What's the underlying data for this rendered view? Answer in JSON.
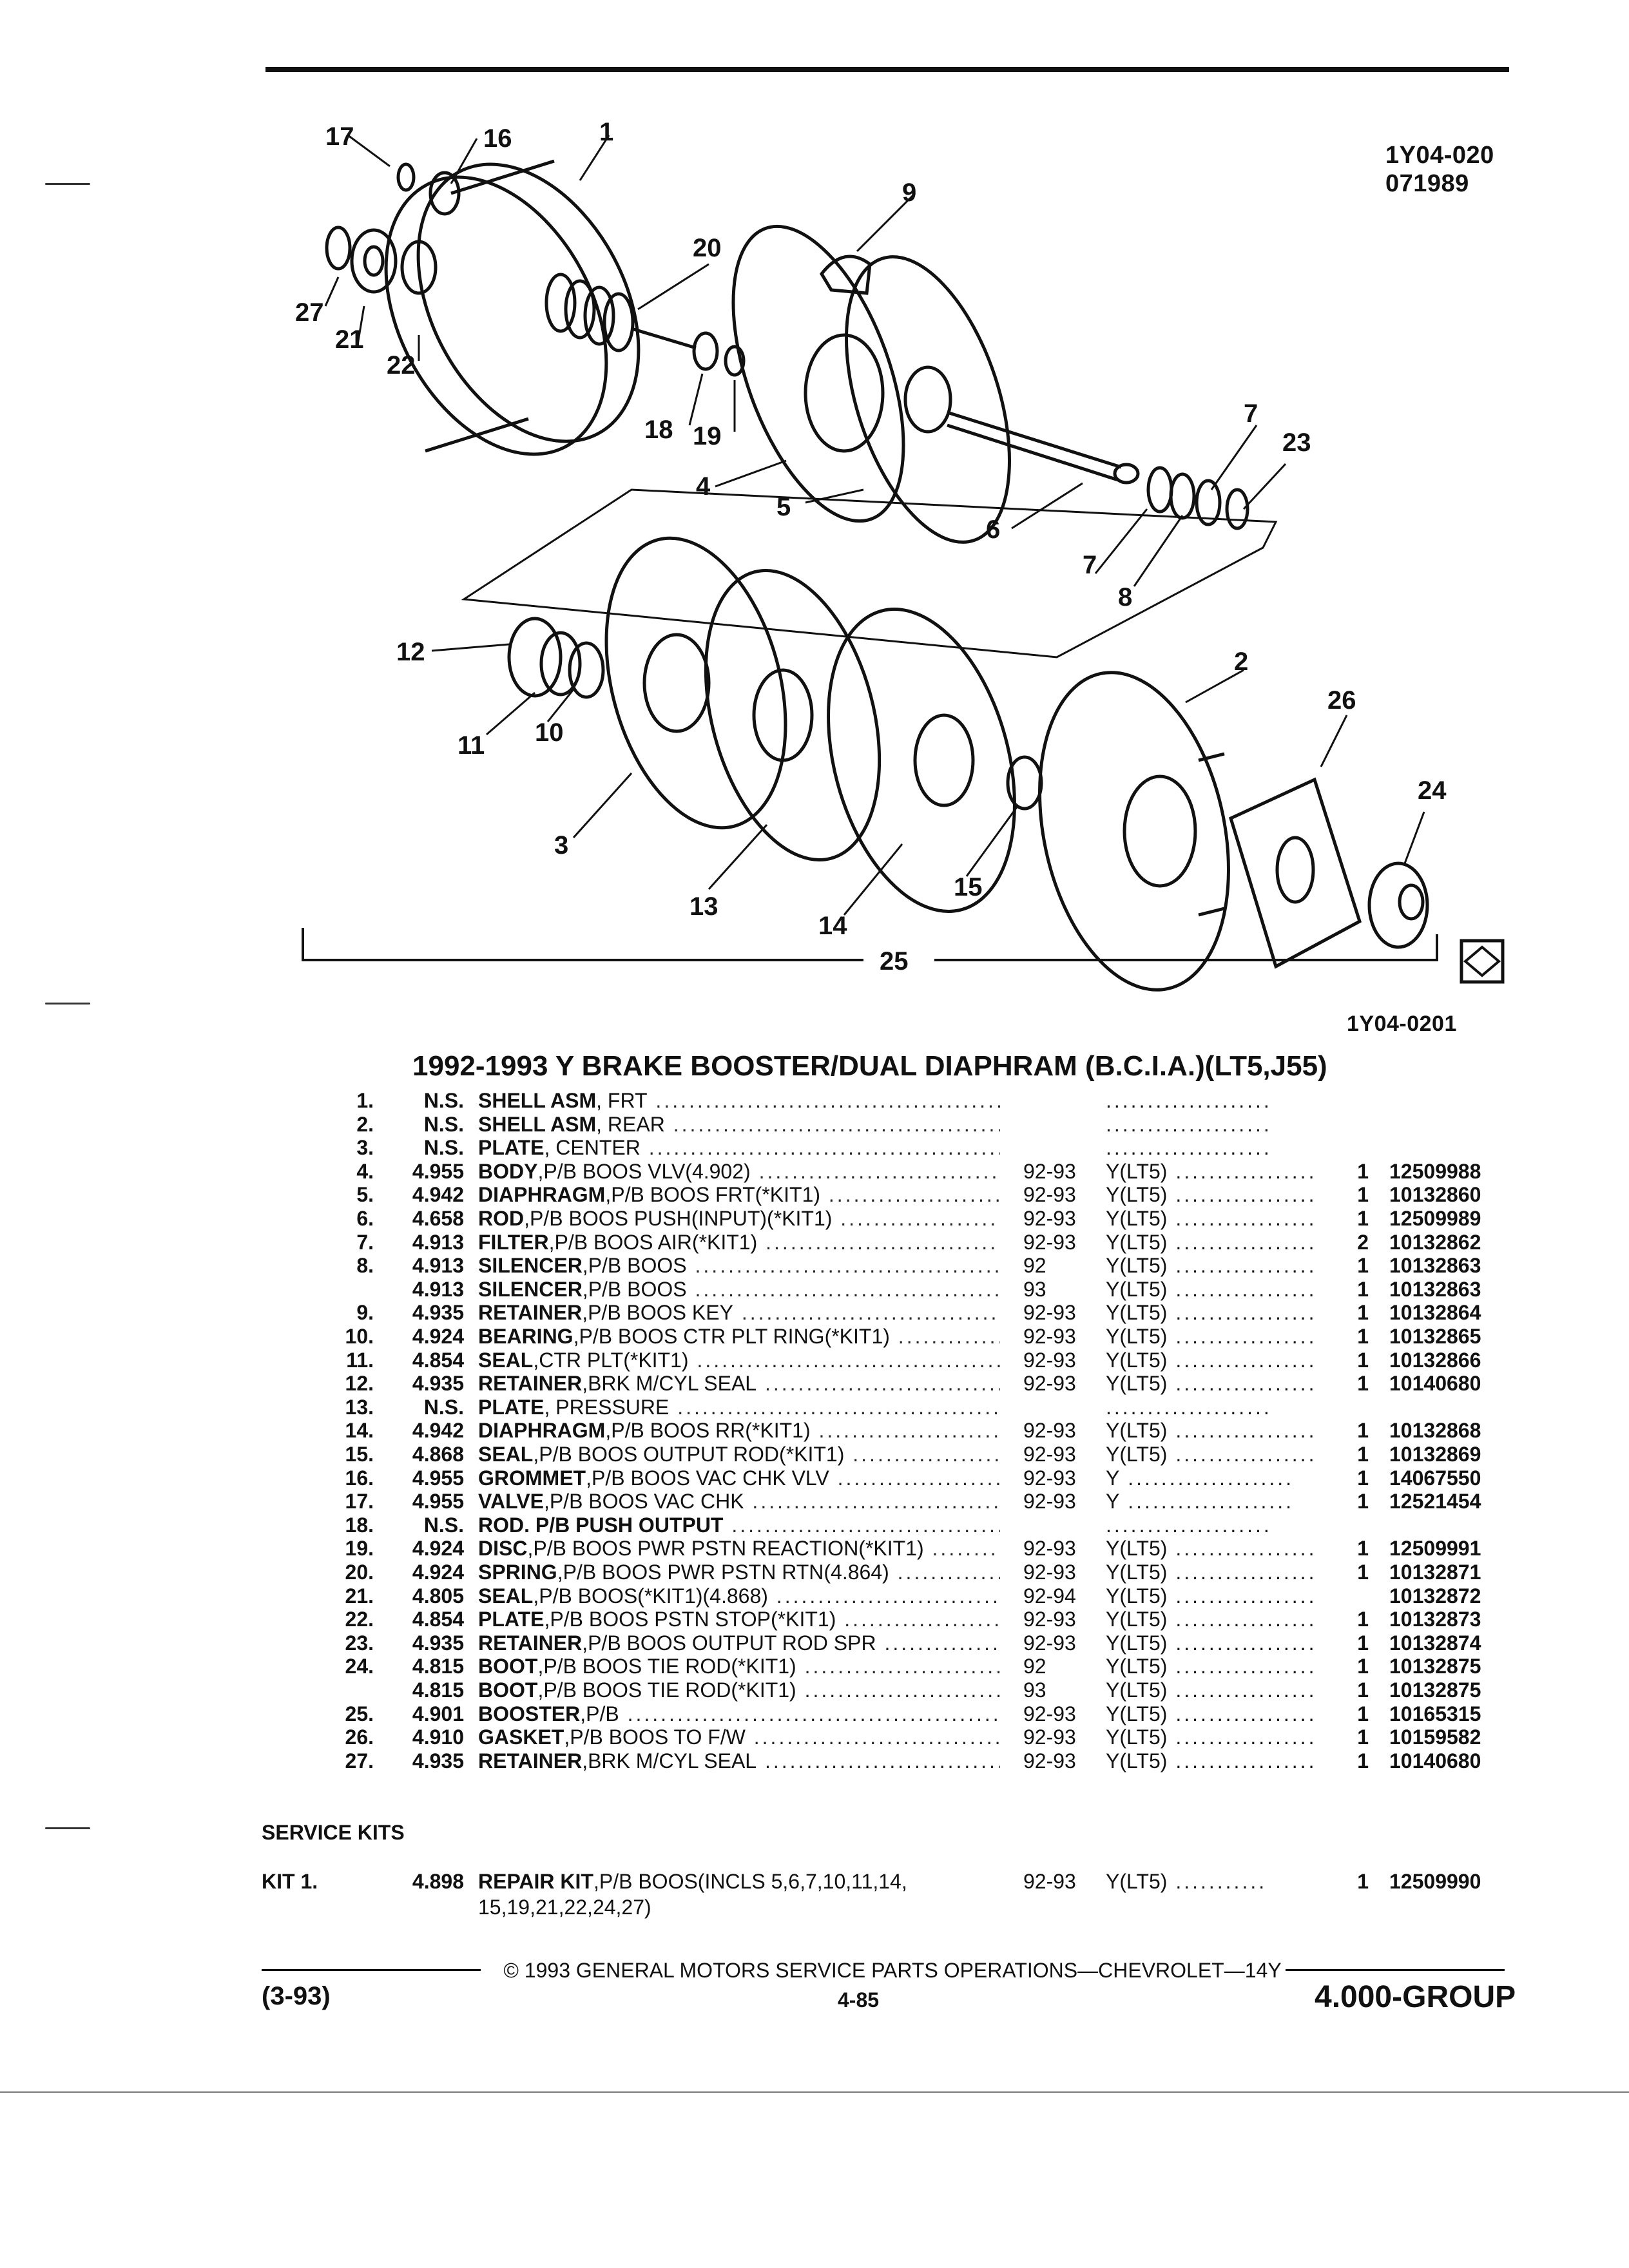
{
  "diagram": {
    "ref_id_1": "1Y04-020",
    "ref_id_2": "071989",
    "bottom_ref": "1Y04-0201",
    "callouts": [
      "17",
      "16",
      "1",
      "9",
      "20",
      "27",
      "21",
      "22",
      "18",
      "19",
      "4",
      "5",
      "6",
      "7",
      "23",
      "7",
      "8",
      "12",
      "11",
      "10",
      "3",
      "13",
      "14",
      "15",
      "2",
      "26",
      "24",
      "25"
    ]
  },
  "title": "1992-1993 Y BRAKE BOOSTER/DUAL DIAPHRAM (B.C.I.A.)(LT5,J55)",
  "parts": [
    {
      "num": "1.",
      "grp": "N.S.",
      "name": "SHELL ASM",
      "spec": ", FRT",
      "yr": "",
      "ser": "",
      "qty": "",
      "pn": ""
    },
    {
      "num": "2.",
      "grp": "N.S.",
      "name": "SHELL ASM",
      "spec": ", REAR",
      "yr": "",
      "ser": "",
      "qty": "",
      "pn": ""
    },
    {
      "num": "3.",
      "grp": "N.S.",
      "name": "PLATE",
      "spec": ", CENTER",
      "yr": "",
      "ser": "",
      "qty": "",
      "pn": ""
    },
    {
      "num": "4.",
      "grp": "4.955",
      "name": "BODY",
      "spec": ",P/B BOOS VLV(4.902)",
      "yr": "92-93",
      "ser": "Y(LT5)",
      "qty": "1",
      "pn": "12509988"
    },
    {
      "num": "5.",
      "grp": "4.942",
      "name": "DIAPHRAGM",
      "spec": ",P/B BOOS FRT(*KIT1)",
      "yr": "92-93",
      "ser": "Y(LT5)",
      "qty": "1",
      "pn": "10132860"
    },
    {
      "num": "6.",
      "grp": "4.658",
      "name": "ROD",
      "spec": ",P/B BOOS PUSH(INPUT)(*KIT1)",
      "yr": "92-93",
      "ser": "Y(LT5)",
      "qty": "1",
      "pn": "12509989"
    },
    {
      "num": "7.",
      "grp": "4.913",
      "name": "FILTER",
      "spec": ",P/B BOOS AIR(*KIT1)",
      "yr": "92-93",
      "ser": "Y(LT5)",
      "qty": "2",
      "pn": "10132862"
    },
    {
      "num": "8.",
      "grp": "4.913",
      "name": "SILENCER",
      "spec": ",P/B BOOS",
      "yr": "92",
      "ser": "Y(LT5)",
      "qty": "1",
      "pn": "10132863"
    },
    {
      "num": "",
      "grp": "4.913",
      "name": "SILENCER",
      "spec": ",P/B BOOS",
      "yr": "93",
      "ser": "Y(LT5)",
      "qty": "1",
      "pn": "10132863"
    },
    {
      "num": "9.",
      "grp": "4.935",
      "name": "RETAINER",
      "spec": ",P/B BOOS KEY",
      "yr": "92-93",
      "ser": "Y(LT5)",
      "qty": "1",
      "pn": "10132864"
    },
    {
      "num": "10.",
      "grp": "4.924",
      "name": "BEARING",
      "spec": ",P/B BOOS CTR PLT RING(*KIT1)",
      "yr": "92-93",
      "ser": "Y(LT5)",
      "qty": "1",
      "pn": "10132865"
    },
    {
      "num": "11.",
      "grp": "4.854",
      "name": "SEAL",
      "spec": ",CTR PLT(*KIT1)",
      "yr": "92-93",
      "ser": "Y(LT5)",
      "qty": "1",
      "pn": "10132866"
    },
    {
      "num": "12.",
      "grp": "4.935",
      "name": "RETAINER",
      "spec": ",BRK M/CYL SEAL",
      "yr": "92-93",
      "ser": "Y(LT5)",
      "qty": "1",
      "pn": "10140680"
    },
    {
      "num": "13.",
      "grp": "N.S.",
      "name": "PLATE",
      "spec": ", PRESSURE",
      "yr": "",
      "ser": "",
      "qty": "",
      "pn": ""
    },
    {
      "num": "14.",
      "grp": "4.942",
      "name": "DIAPHRAGM",
      "spec": ",P/B BOOS RR(*KIT1)",
      "yr": "92-93",
      "ser": "Y(LT5)",
      "qty": "1",
      "pn": "10132868"
    },
    {
      "num": "15.",
      "grp": "4.868",
      "name": "SEAL",
      "spec": ",P/B BOOS OUTPUT ROD(*KIT1)",
      "yr": "92-93",
      "ser": "Y(LT5)",
      "qty": "1",
      "pn": "10132869"
    },
    {
      "num": "16.",
      "grp": "4.955",
      "name": "GROMMET",
      "spec": ",P/B BOOS VAC CHK VLV",
      "yr": "92-93",
      "ser": "Y",
      "qty": "1",
      "pn": "14067550"
    },
    {
      "num": "17.",
      "grp": "4.955",
      "name": "VALVE",
      "spec": ",P/B BOOS VAC CHK",
      "yr": "92-93",
      "ser": "Y",
      "qty": "1",
      "pn": "12521454"
    },
    {
      "num": "18.",
      "grp": "N.S.",
      "name": "ROD. P/B PUSH OUTPUT",
      "spec": "",
      "yr": "",
      "ser": "",
      "qty": "",
      "pn": ""
    },
    {
      "num": "19.",
      "grp": "4.924",
      "name": "DISC",
      "spec": ",P/B BOOS PWR PSTN REACTION(*KIT1)",
      "yr": "92-93",
      "ser": "Y(LT5)",
      "qty": "1",
      "pn": "12509991"
    },
    {
      "num": "20.",
      "grp": "4.924",
      "name": "SPRING",
      "spec": ",P/B BOOS PWR PSTN RTN(4.864)",
      "yr": "92-93",
      "ser": "Y(LT5)",
      "qty": "1",
      "pn": "10132871"
    },
    {
      "num": "21.",
      "grp": "4.805",
      "name": "SEAL",
      "spec": ",P/B BOOS(*KIT1)(4.868)",
      "yr": "92-94",
      "ser": "Y(LT5)",
      "qty": "",
      "pn": "10132872"
    },
    {
      "num": "22.",
      "grp": "4.854",
      "name": "PLATE",
      "spec": ",P/B BOOS PSTN STOP(*KIT1)",
      "yr": "92-93",
      "ser": "Y(LT5)",
      "qty": "1",
      "pn": "10132873"
    },
    {
      "num": "23.",
      "grp": "4.935",
      "name": "RETAINER",
      "spec": ",P/B BOOS OUTPUT ROD SPR",
      "yr": "92-93",
      "ser": "Y(LT5)",
      "qty": "1",
      "pn": "10132874"
    },
    {
      "num": "24.",
      "grp": "4.815",
      "name": "BOOT",
      "spec": ",P/B BOOS TIE ROD(*KIT1)",
      "yr": "92",
      "ser": "Y(LT5)",
      "qty": "1",
      "pn": "10132875"
    },
    {
      "num": "",
      "grp": "4.815",
      "name": "BOOT",
      "spec": ",P/B BOOS TIE ROD(*KIT1)",
      "yr": "93",
      "ser": "Y(LT5)",
      "qty": "1",
      "pn": "10132875"
    },
    {
      "num": "25.",
      "grp": "4.901",
      "name": "BOOSTER",
      "spec": ",P/B",
      "yr": "92-93",
      "ser": "Y(LT5)",
      "qty": "1",
      "pn": "10165315"
    },
    {
      "num": "26.",
      "grp": "4.910",
      "name": "GASKET",
      "spec": ",P/B BOOS TO F/W",
      "yr": "92-93",
      "ser": "Y(LT5)",
      "qty": "1",
      "pn": "10159582"
    },
    {
      "num": "27.",
      "grp": "4.935",
      "name": "RETAINER",
      "spec": ",BRK M/CYL SEAL",
      "yr": "92-93",
      "ser": "Y(LT5)",
      "qty": "1",
      "pn": "10140680"
    }
  ],
  "service_kits": {
    "heading": "SERVICE KITS",
    "kit": {
      "num": "KIT 1.",
      "grp": "4.898",
      "name": "REPAIR KIT",
      "spec": ",P/B BOOS(INCLS 5,6,7,10,11,14,",
      "spec2": "15,19,21,22,24,27)",
      "yr": "92-93",
      "ser": "Y(LT5)",
      "qty": "1",
      "pn": "12509990"
    }
  },
  "footer": {
    "copyright": "© 1993 GENERAL MOTORS SERVICE PARTS OPERATIONS—CHEVROLET—14Y",
    "date": "(3-93)",
    "page": "4-85",
    "group": "4.000-GROUP"
  },
  "colors": {
    "ink": "#111111",
    "paper": "#ffffff"
  }
}
